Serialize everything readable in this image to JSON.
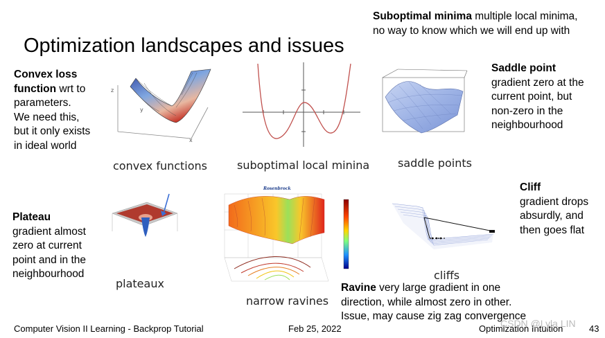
{
  "title": "Optimization landscapes and issues",
  "notes": {
    "suboptimal": {
      "bold": "Suboptimal minima",
      "line1": " multiple local minima,",
      "line2": "no way to know which we will end up with"
    },
    "convex": {
      "bold1": "Convex loss",
      "bold2": "function",
      "line2rest": " wrt to",
      "line3": "parameters.",
      "line4": "We need this,",
      "line5": "but it only exists",
      "line6": "in ideal world"
    },
    "saddle": {
      "bold": "Saddle point",
      "line2": "gradient zero at the",
      "line3": "current point, but",
      "line4": "non-zero in the",
      "line5": "neighbourhood"
    },
    "plateau": {
      "bold": "Plateau",
      "line2": "gradient almost",
      "line3": "zero at current",
      "line4": "point and in the",
      "line5": "neighbourhood"
    },
    "cliff": {
      "bold": "Cliff",
      "line2": "gradient drops",
      "line3": "absurdly, and",
      "line4": "then goes flat"
    },
    "ravine": {
      "bold": "Ravine",
      "line1": " very large gradient in one",
      "line2": "direction, while almost zero in other.",
      "line3": "Issue, may cause zig zag convergence"
    }
  },
  "captions": {
    "convex": "convex functions",
    "suboptimal": "suboptimal local minina",
    "saddle": "saddle points",
    "plateaux": "plateaux",
    "ravines": "narrow ravines",
    "cliffs": "cliffs"
  },
  "figure_labels": {
    "rosenbrock": "Rosenbrock",
    "axis_x": "x",
    "axis_y": "y",
    "axis_z": "z"
  },
  "footer": {
    "left": "Computer Vision II Learning - Backprop Tutorial",
    "date": "Feb 25, 2022",
    "section": "Optimization Intuition",
    "page": "43"
  },
  "watermark": "CSDN @Lyla LIN",
  "colors": {
    "curve": "#c0504d",
    "surface_blue": "#9fb4e6",
    "surface_red": "#d9553a"
  }
}
